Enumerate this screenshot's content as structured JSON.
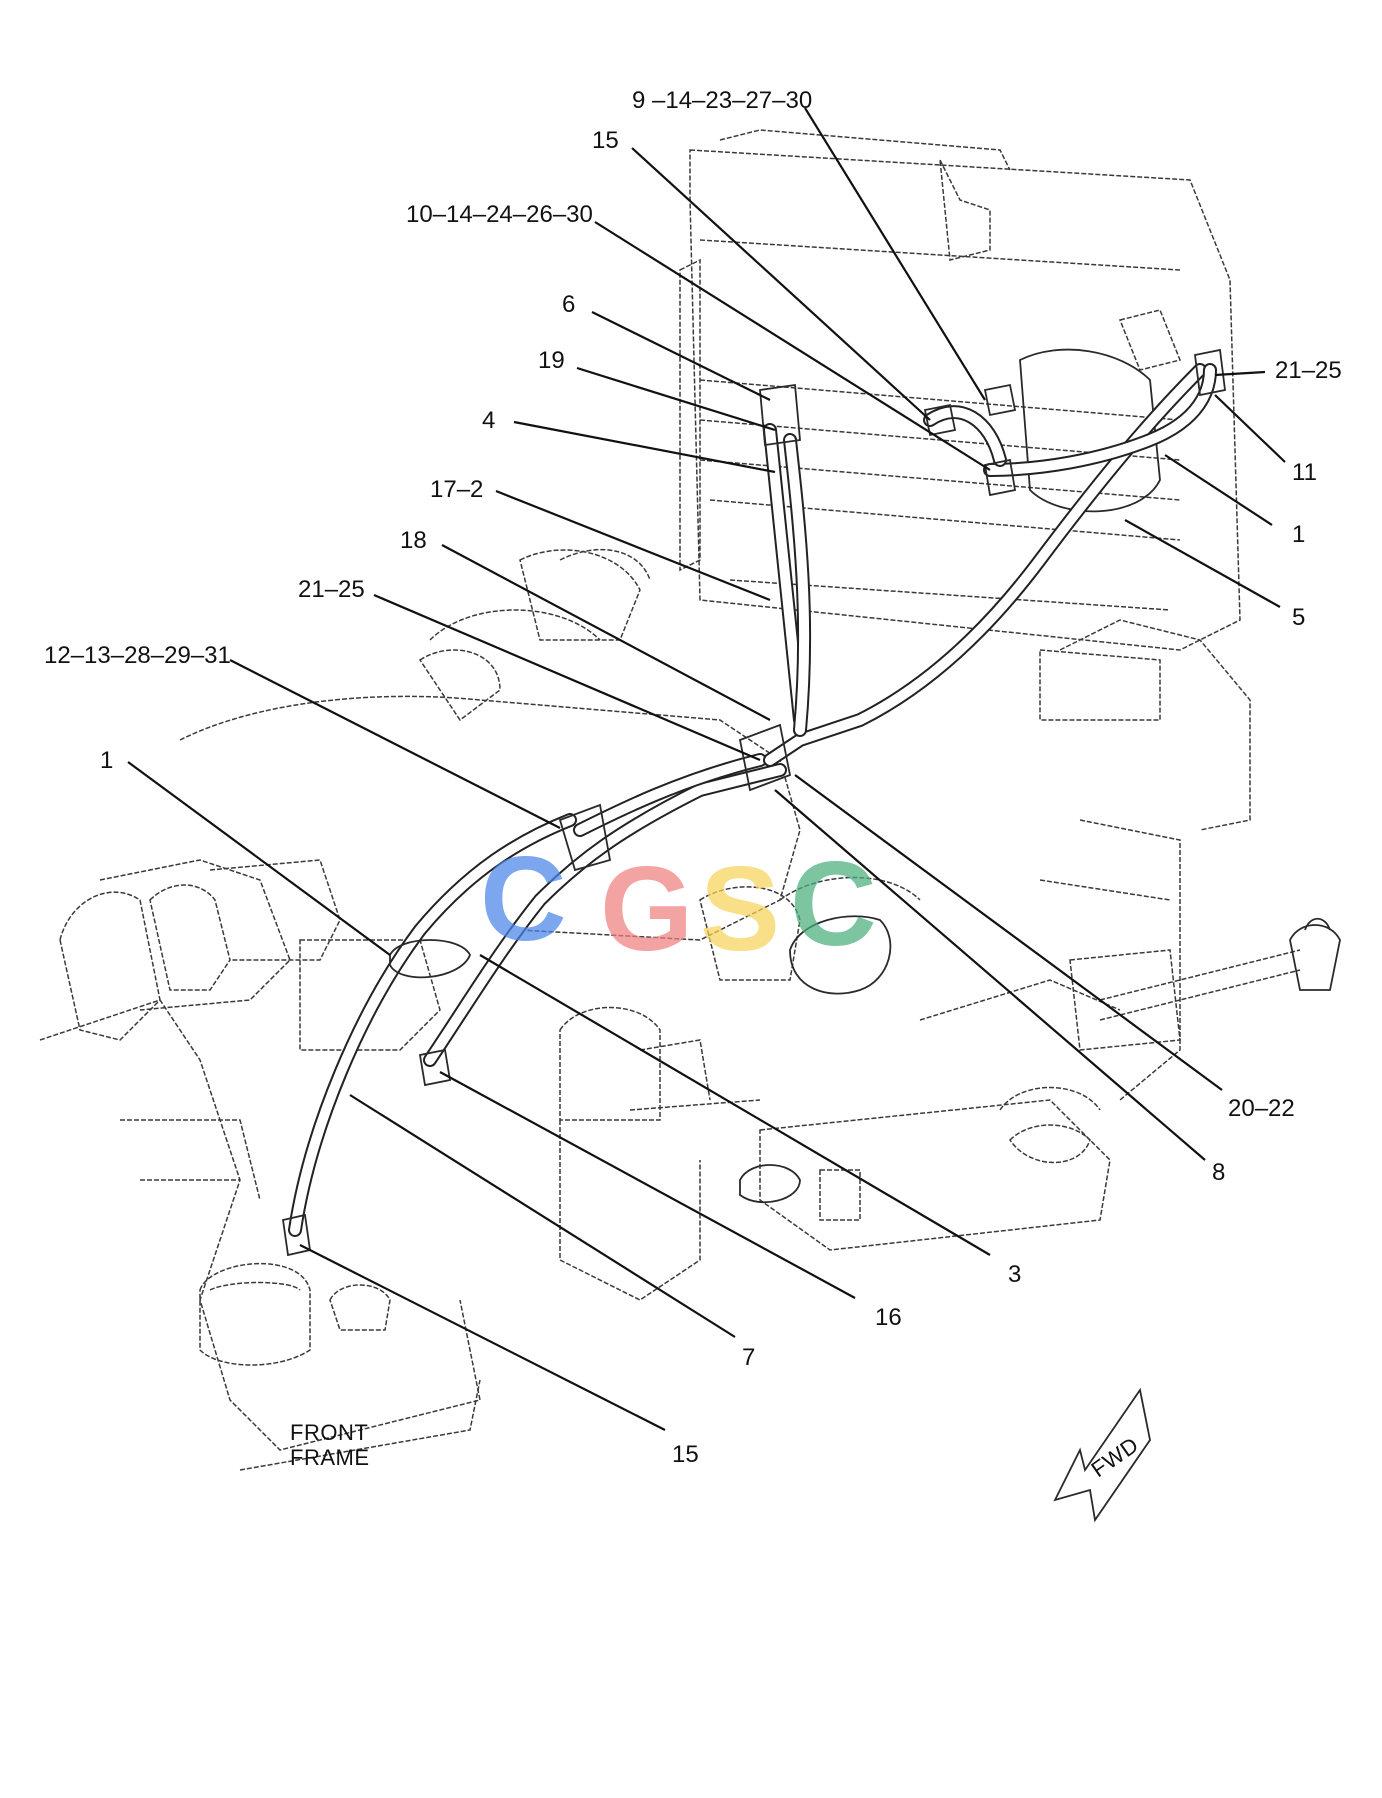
{
  "callouts": [
    {
      "id": "c1",
      "text": "9 –14–23–27–30",
      "anchor": "start"
    },
    {
      "id": "c2",
      "text": "15",
      "anchor": "start"
    },
    {
      "id": "c3",
      "text": "10–14–24–26–30",
      "anchor": "start"
    },
    {
      "id": "c4",
      "text": "6",
      "anchor": "start"
    },
    {
      "id": "c5",
      "text": "19",
      "anchor": "start"
    },
    {
      "id": "c6",
      "text": "4",
      "anchor": "start"
    },
    {
      "id": "c7",
      "text": "17–2",
      "anchor": "start"
    },
    {
      "id": "c8",
      "text": "18",
      "anchor": "start"
    },
    {
      "id": "c9",
      "text": "21–25",
      "anchor": "start"
    },
    {
      "id": "c10",
      "text": "12–13–28–29–31",
      "anchor": "start"
    },
    {
      "id": "c11",
      "text": "1",
      "anchor": "start"
    },
    {
      "id": "c12",
      "text": "21–25",
      "anchor": "start"
    },
    {
      "id": "c13",
      "text": "11",
      "anchor": "start"
    },
    {
      "id": "c14",
      "text": "1",
      "anchor": "start"
    },
    {
      "id": "c15",
      "text": "5",
      "anchor": "start"
    },
    {
      "id": "c16",
      "text": "20–22",
      "anchor": "start"
    },
    {
      "id": "c17",
      "text": "8",
      "anchor": "start"
    },
    {
      "id": "c18",
      "text": "3",
      "anchor": "start"
    },
    {
      "id": "c19",
      "text": "16",
      "anchor": "start"
    },
    {
      "id": "c20",
      "text": "7",
      "anchor": "start"
    },
    {
      "id": "c21",
      "text": "15",
      "anchor": "start"
    }
  ],
  "frame_label": {
    "line1": "FRONT",
    "line2": "FRAME"
  },
  "fwd_label": "FWD",
  "watermark": {
    "letters": [
      {
        "char": "C",
        "color": "#4a86e8"
      },
      {
        "char": "G",
        "color": "#f08080"
      },
      {
        "char": "S",
        "color": "#f6d35b"
      },
      {
        "char": "C",
        "color": "#4caf7d"
      }
    ]
  }
}
